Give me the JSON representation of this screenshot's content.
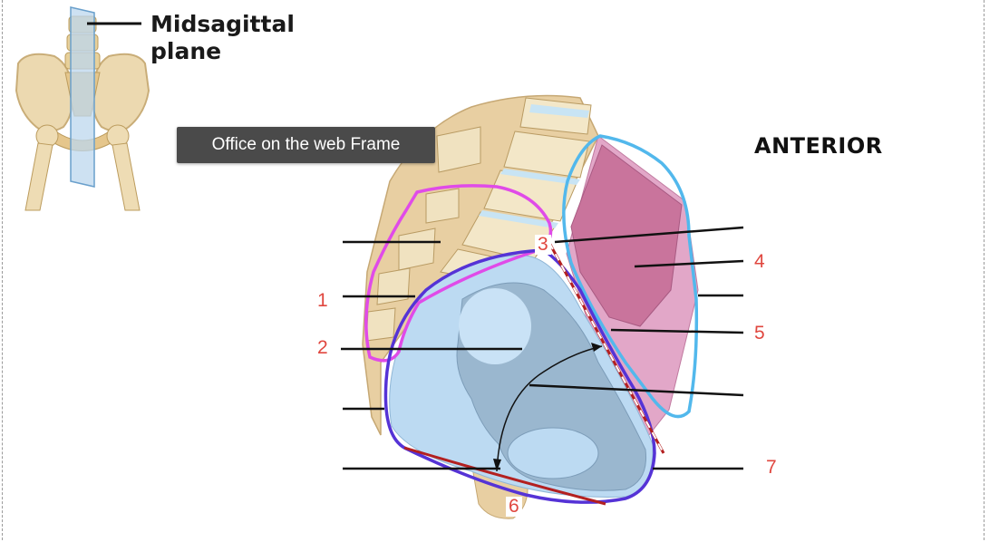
{
  "labels": {
    "plane": "Midsagittal plane",
    "plane_line1": "Midsagittal",
    "plane_line2": "plane",
    "anterior": "ANTERIOR"
  },
  "tooltip": {
    "text": "Office on the web Frame"
  },
  "numbers": {
    "n1": "1",
    "n2": "2",
    "n3": "3",
    "n4": "4",
    "n5": "5",
    "n6": "6",
    "n7": "7"
  },
  "colors": {
    "magenta_outline": "#e04be8",
    "blue_outline": "#52b8ec",
    "purple_outline": "#5533d6",
    "red_line": "#b32020",
    "number_red": "#e0473f",
    "bone": "#e8cfa2",
    "vertebra_light": "#f3e7c8",
    "disc": "#c8e4f4",
    "muscle": "#c9749c",
    "soft_pink": "#e2a7c8",
    "cavity": "#bcdaf2",
    "organ": "#9ab7cf"
  }
}
